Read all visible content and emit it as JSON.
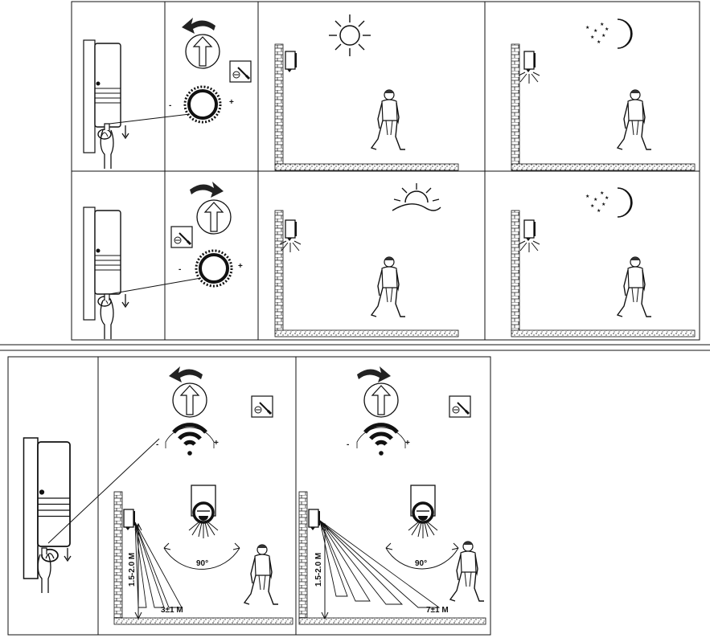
{
  "labels": {
    "height_range": "1.5-2.0 M",
    "angle": "90°",
    "short_distance": "3±1 M",
    "long_distance": "7±1 M",
    "minus": "-",
    "plus": "+"
  },
  "icons": [
    "lamp-icon",
    "hand-icon",
    "rotate-left-arrow-icon",
    "rotate-right-arrow-icon",
    "up-arrow-icon",
    "screwdriver-icon",
    "dial-icon",
    "sun-icon",
    "sunset-icon",
    "moon-stars-icon",
    "walking-person-icon",
    "wifi-range-icon",
    "sensor-icon"
  ]
}
